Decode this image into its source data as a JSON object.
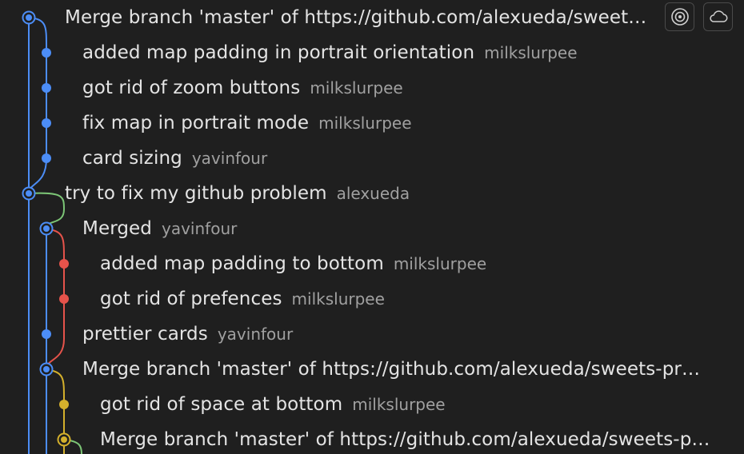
{
  "colors": {
    "background": "#1f1f1f",
    "lane_blue": "#4c8df6",
    "lane_green": "#7cc576",
    "lane_red": "#e5534b",
    "lane_yellow": "#d4b02c",
    "message_text": "#e4e4e4",
    "author_text": "#a0a0a0"
  },
  "toolbar": {
    "target_icon": "target-icon",
    "cloud_icon": "cloud-icon"
  },
  "commits": [
    {
      "message": "Merge branch 'master' of https://github.com/alexueda/sweet…",
      "author": "",
      "lane": 0,
      "color": "blue",
      "merge": true
    },
    {
      "message": "added map padding in portrait orientation",
      "author": "milkslurpee",
      "lane": 1,
      "color": "blue",
      "merge": false
    },
    {
      "message": "got rid of zoom buttons",
      "author": "milkslurpee",
      "lane": 1,
      "color": "blue",
      "merge": false
    },
    {
      "message": "fix map in portrait mode",
      "author": "milkslurpee",
      "lane": 1,
      "color": "blue",
      "merge": false
    },
    {
      "message": "card sizing",
      "author": "yavinfour",
      "lane": 1,
      "color": "blue",
      "merge": false
    },
    {
      "message": "try to fix my github problem",
      "author": "alexueda",
      "lane": 0,
      "color": "blue",
      "merge": true
    },
    {
      "message": "Merged",
      "author": "yavinfour",
      "lane": 1,
      "color": "blue",
      "merge": true
    },
    {
      "message": "added map padding to bottom",
      "author": "milkslurpee",
      "lane": 2,
      "color": "red",
      "merge": false
    },
    {
      "message": "got rid of prefences",
      "author": "milkslurpee",
      "lane": 2,
      "color": "red",
      "merge": false
    },
    {
      "message": "prettier cards",
      "author": "yavinfour",
      "lane": 1,
      "color": "blue",
      "merge": false
    },
    {
      "message": "Merge branch 'master' of https://github.com/alexueda/sweets-pr…",
      "author": "",
      "lane": 1,
      "color": "blue",
      "merge": true
    },
    {
      "message": "got rid of  space at bottom",
      "author": "milkslurpee",
      "lane": 2,
      "color": "yellow",
      "merge": false
    },
    {
      "message": "Merge branch 'master' of https://github.com/alexueda/sweets-p…",
      "author": "",
      "lane": 2,
      "color": "yellow",
      "merge": true
    }
  ]
}
